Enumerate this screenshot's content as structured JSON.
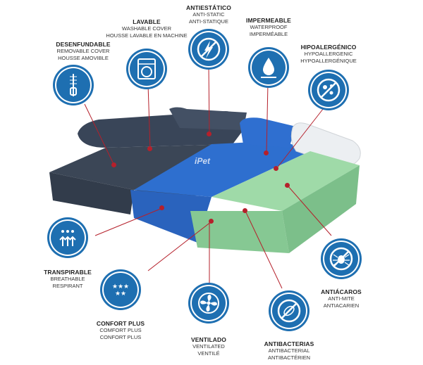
{
  "brand": "iPet",
  "features": [
    {
      "key": "desenfundable",
      "title": "DESENFUNDABLE",
      "sub1": "REMOVABLE COVER",
      "sub2": "HOUSSE AMOVIBLE",
      "icon": "zipper-icon"
    },
    {
      "key": "lavable",
      "title": "LAVABLE",
      "sub1": "WASHABLE COVER",
      "sub2": "HOUSSE LAVABLE EN MACHINE",
      "icon": "washing-machine-icon"
    },
    {
      "key": "antiestatico",
      "title": "ANTIESTÁTICO",
      "sub1": "ANTI-STATIC",
      "sub2": "ANTI-STATIQUE",
      "icon": "no-static-icon"
    },
    {
      "key": "impermeable",
      "title": "IMPERMEABLE",
      "sub1": "WATERPROOF",
      "sub2": "IMPERMÉABLE",
      "icon": "water-drop-icon"
    },
    {
      "key": "hipoalergenico",
      "title": "HIPOALERGÉNICO",
      "sub1": "HYPOALLERGENIC",
      "sub2": "HYPOALLERGÉNIQUE",
      "icon": "no-allergens-icon"
    },
    {
      "key": "transpirable",
      "title": "TRANSPIRABLE",
      "sub1": "BREATHABLE",
      "sub2": "RESPIRANT",
      "icon": "breathable-arrows-icon"
    },
    {
      "key": "confort",
      "title": "CONFORT PLUS",
      "sub1": "COMFORT PLUS",
      "sub2": "CONFORT PLUS",
      "icon": "stars-icon"
    },
    {
      "key": "ventilado",
      "title": "VENTILADO",
      "sub1": "VENTILATED",
      "sub2": "VENTILÉ",
      "icon": "fan-icon"
    },
    {
      "key": "antibacterias",
      "title": "ANTIBACTERIAS",
      "sub1": "ANTIBACTERIAL",
      "sub2": "ANTIBACTÉRIEN",
      "icon": "no-bacteria-icon"
    },
    {
      "key": "antiacaros",
      "title": "ANTIÁCAROS",
      "sub1": "ANTI-MITE",
      "sub2": "ANTIACARIEN",
      "icon": "no-mite-icon"
    }
  ],
  "colors": {
    "badge": "#1e6fb1",
    "dot": "#b5202b",
    "line": "#b5202b",
    "fabric": "#3a4656",
    "blue_cover": "#2f6fd0",
    "foam": "#8fcf9a"
  }
}
